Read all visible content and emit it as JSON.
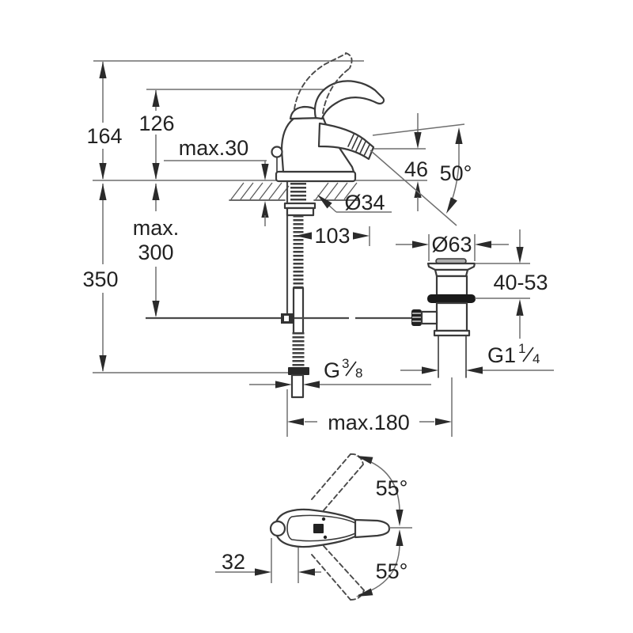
{
  "front_view": {
    "dim_164": "164",
    "dim_126": "126",
    "dim_max30": "max.30",
    "dim_max300_line1": "max.",
    "dim_max300_line2": "300",
    "dim_350": "350",
    "dim_46": "46",
    "dim_50deg": "50°",
    "dim_d34": "Ø34",
    "dim_103": "103",
    "dim_d63": "Ø63",
    "dim_40_53": "40-53",
    "thread_supply": {
      "main": "G",
      "num": "3",
      "den": "8"
    },
    "thread_waste": {
      "main": "G1",
      "num": "1",
      "den": "4"
    },
    "dim_max180": "max.180"
  },
  "top_view": {
    "dim_55_upper": "55°",
    "dim_55_lower": "55°",
    "dim_32": "32"
  }
}
